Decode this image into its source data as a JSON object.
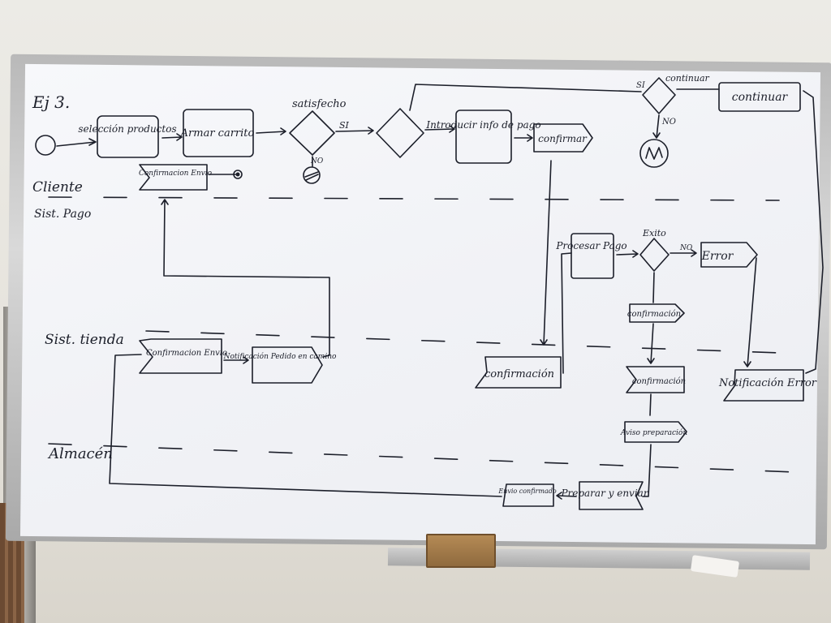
{
  "title": "Ej 3.",
  "lanes": {
    "cliente": "Cliente",
    "sist_pago": "Sist. Pago",
    "sist_tienda": "Sist. tienda",
    "almacen": "Almacén"
  },
  "nodes": {
    "seleccion": "selección productos",
    "armar": "Armar carrito",
    "satisfecho": "satisfecho",
    "introducir": "Introducir info de pago",
    "confirmar": "confirmar",
    "continuar_label": "continuar",
    "continuar_box": "continuar",
    "conf_envio_cliente": "Confirmacion Envio",
    "procesar": "Procesar Pago",
    "exito": "Exito",
    "error": "Error",
    "confirmacion_sp": "confirmación",
    "confirmacion_pago": "confirmación",
    "conf_envio_tienda": "Confirmacion Envio",
    "notificacion_pedido": "Notificación Pedido en camino",
    "confirmacion_t": "confirmación",
    "notificacion_error": "Notificación Error",
    "aviso": "Aviso preparación",
    "preparar": "Preparar y enviar",
    "envio_confirmado": "Envio confirmado"
  },
  "edge_labels": {
    "si_1": "SI",
    "no_1": "NO",
    "si_2": "SI",
    "no_2": "NO",
    "no_3": "NO"
  }
}
